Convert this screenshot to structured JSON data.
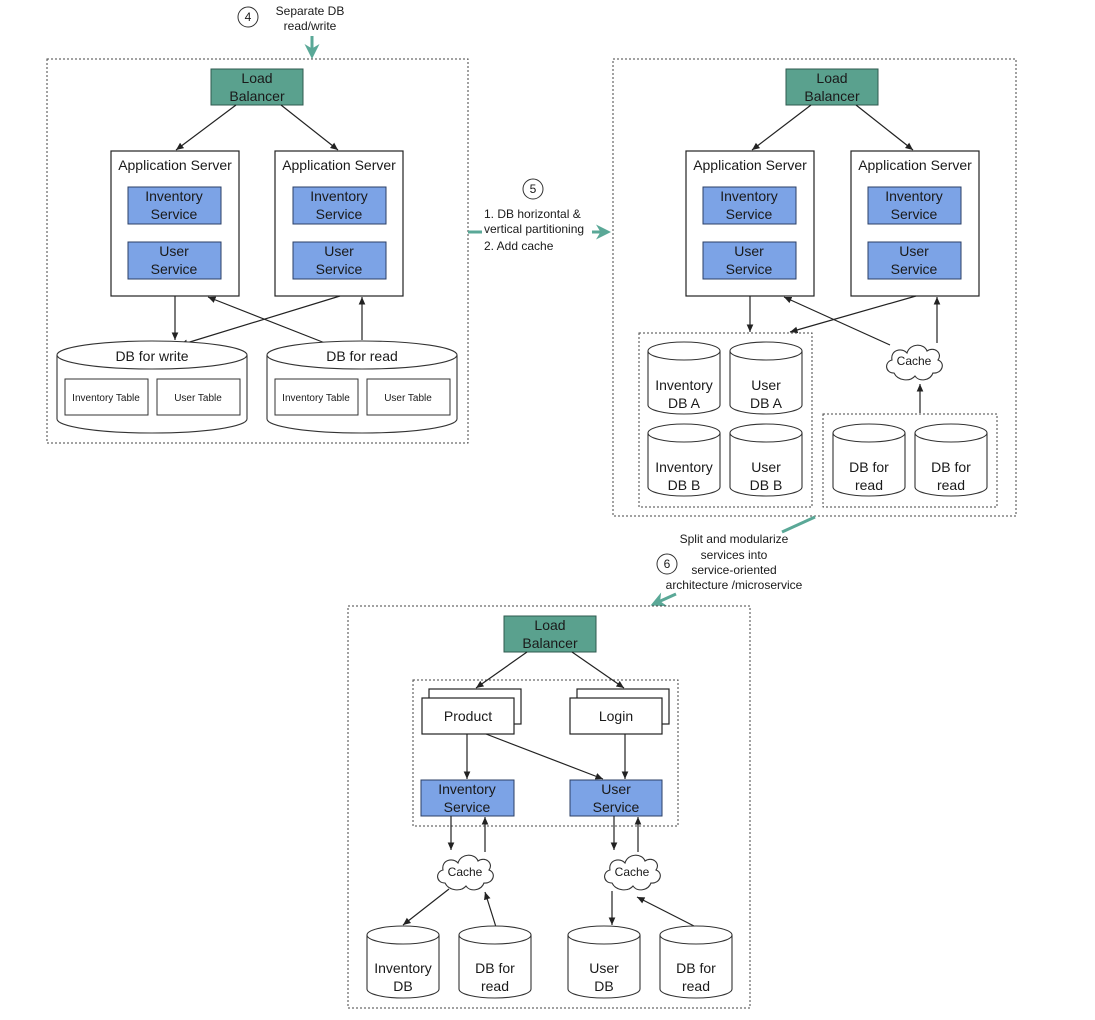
{
  "load_balancer": "Load Balancer",
  "app_server": "Application Server",
  "inventory_service": "Inventory Service",
  "user_service": "User Service",
  "cache": "Cache",
  "step4": {
    "num": "4",
    "label_lines": [
      "Separate DB",
      "read/write"
    ],
    "db_write": "DB for write",
    "db_read": "DB for read",
    "inventory_table": "Inventory Table",
    "user_table": "User Table"
  },
  "step5": {
    "num": "5",
    "label_lines": [
      "1. DB horizontal &",
      "vertical partitioning",
      "2. Add cache"
    ],
    "inventory_db_a": [
      "Inventory",
      "DB A"
    ],
    "user_db_a": [
      "User",
      "DB A"
    ],
    "inventory_db_b": [
      "Inventory",
      "DB B"
    ],
    "user_db_b": [
      "User",
      "DB B"
    ],
    "db_for_read": [
      "DB for",
      "read"
    ]
  },
  "step6": {
    "num": "6",
    "label_lines": [
      "Split and modularize",
      "services into",
      "service-oriented",
      "architecture /microservice"
    ],
    "product": "Product",
    "login": "Login",
    "inventory_db": [
      "Inventory",
      "DB"
    ],
    "user_db": [
      "User",
      "DB"
    ],
    "db_for_read": [
      "DB for",
      "read"
    ]
  }
}
